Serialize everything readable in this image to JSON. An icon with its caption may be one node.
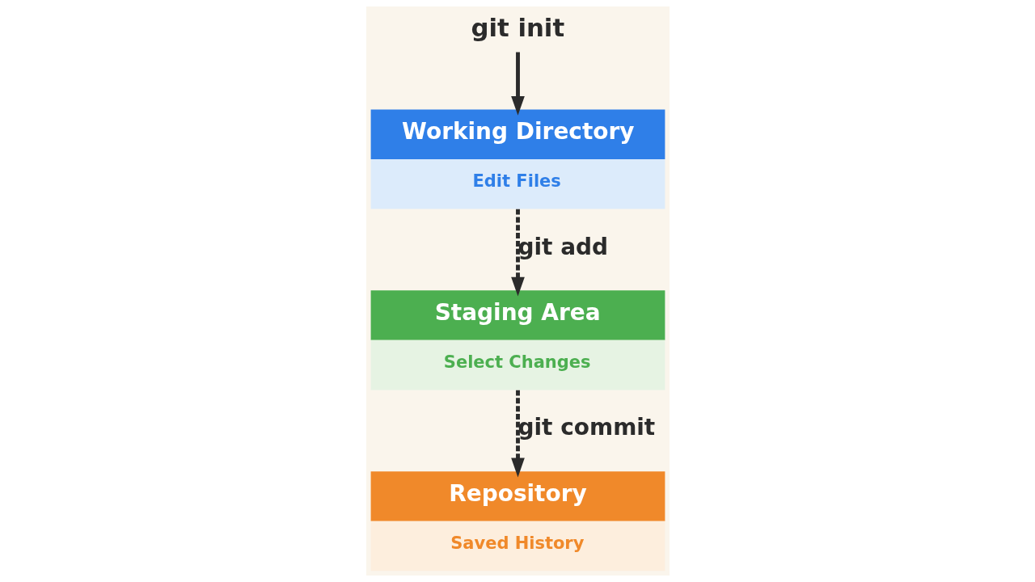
{
  "diagram": {
    "nodes": [
      {
        "text": [
          "git init"
        ]
      },
      {
        "text": [
          "Working Directory",
          "Edit Files"
        ]
      },
      {
        "text": [
          "Staging Area",
          "Select Changes"
        ]
      },
      {
        "text": [
          "Repository",
          "Saved History"
        ]
      }
    ],
    "edges": [
      {
        "from": 0,
        "to": 1,
        "arrow": "to"
      },
      {
        "from": 1,
        "to": 2,
        "arrow": "to",
        "label": "git add",
        "style": "dashed"
      },
      {
        "from": 2,
        "to": 3,
        "arrow": "to",
        "label": "git commit",
        "style": "dashed"
      }
    ]
  }
}
